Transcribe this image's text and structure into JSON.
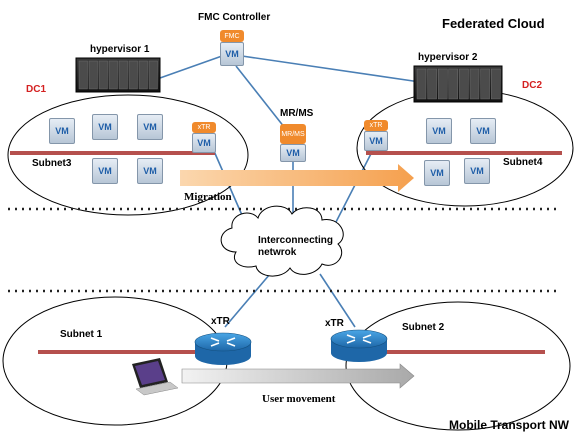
{
  "title_cloud": "Federated Cloud",
  "title_mobile": "Mobile Transport NW",
  "controller": {
    "label": "FMC Controller",
    "tag": "FMC",
    "vm": "VM"
  },
  "hypervisor1": "hypervisor 1",
  "hypervisor2": "hypervisor 2",
  "dc1": "DC1",
  "dc2": "DC2",
  "subnet3": "Subnet3",
  "subnet4": "Subnet4",
  "mrms": {
    "label": "MR/MS",
    "tag": "MR/MS",
    "vm": "VM"
  },
  "xtr_dc1": {
    "tag": "xTR",
    "vm": "VM"
  },
  "xtr_dc2": {
    "tag": "xTR",
    "vm": "VM"
  },
  "vm_label": "VM",
  "migration": "Migration",
  "interconnect": "Interconnecting netwrok",
  "subnet1": "Subnet 1",
  "subnet2": "Subnet 2",
  "xtr_left": "xTR",
  "xtr_right": "xTR",
  "user_movement": "User movement",
  "colors": {
    "link": "#4a7fb5",
    "subnet_line": "#b5504d",
    "accent_red": "#d42020",
    "tag_orange": "#f08a2c",
    "router": "#2a7fc0",
    "arrow_orange": "#f7b26a"
  },
  "icons": [
    "server-rack-icon",
    "vm-icon",
    "router-icon",
    "laptop-icon",
    "cloud-icon"
  ]
}
